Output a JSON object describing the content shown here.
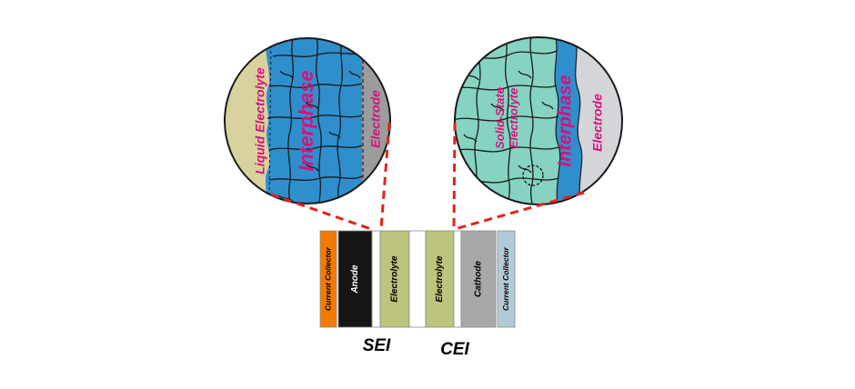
{
  "left_circle": {
    "labels": {
      "electrolyte": "Liquid Electrolyte",
      "interphase": "Interphase",
      "electrode": "Electrode"
    },
    "colors": {
      "electrolyte": "#d8d29e",
      "interphase": "#2f8fcd",
      "electrode": "#9c9c9c"
    }
  },
  "right_circle": {
    "labels": {
      "electrolyte": "Solid-State Electrolyte",
      "interphase": "Interphase",
      "electrode": "Electrode"
    },
    "colors": {
      "electrolyte": "#86d3c1",
      "interphase": "#2f8fcd",
      "electrode": "#d4d5d9"
    }
  },
  "cell_layers": [
    {
      "label": "Current Collector",
      "color": "#f07b00",
      "text_color": "#000000"
    },
    {
      "label": "Anode",
      "color": "#151515",
      "text_color": "#ffffff"
    },
    {
      "label": "",
      "color": "#ffffff",
      "text_color": "#000000"
    },
    {
      "label": "Electrolyte",
      "color": "#bcc47e",
      "text_color": "#000000"
    },
    {
      "label": "",
      "color": "#ffffff",
      "text_color": "#000000"
    },
    {
      "label": "Electrolyte",
      "color": "#bcc47e",
      "text_color": "#000000"
    },
    {
      "label": "",
      "color": "#ffffff",
      "text_color": "#000000"
    },
    {
      "label": "Cathode",
      "color": "#a8a8a8",
      "text_color": "#000000"
    },
    {
      "label": "Current Collector",
      "color": "#b3cad6",
      "text_color": "#000000"
    }
  ],
  "captions": {
    "sei": "SEI",
    "cei": "CEI"
  },
  "colors": {
    "label_magenta": "#d9107a",
    "connector": "#e3231b",
    "outline": "#1a1a1a"
  }
}
